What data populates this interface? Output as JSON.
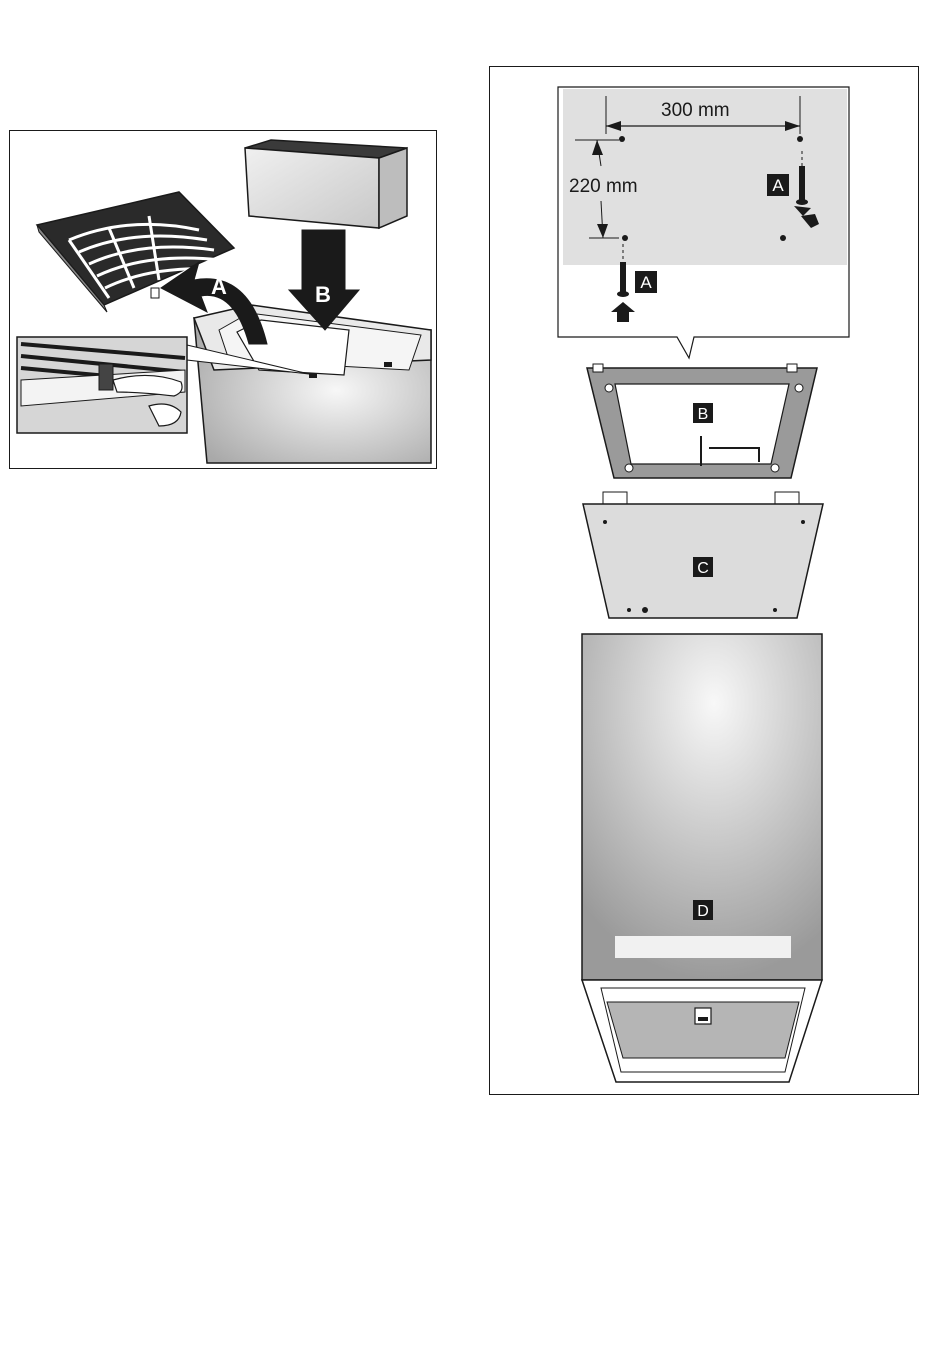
{
  "left_figure": {
    "arrow_a_label": "A",
    "arrow_b_label": "B"
  },
  "right_figure": {
    "dimension_horizontal": "300 mm",
    "dimension_vertical": "220 mm",
    "screw_label_top": "A",
    "screw_label_bottom": "A",
    "part_b_label": "B",
    "part_c_label": "C",
    "part_d_label": "D"
  },
  "colors": {
    "outline": "#1a1a1a",
    "panel_fill": "#d9d9d9",
    "label_box": "#1a1a1a",
    "label_text": "#ffffff"
  }
}
